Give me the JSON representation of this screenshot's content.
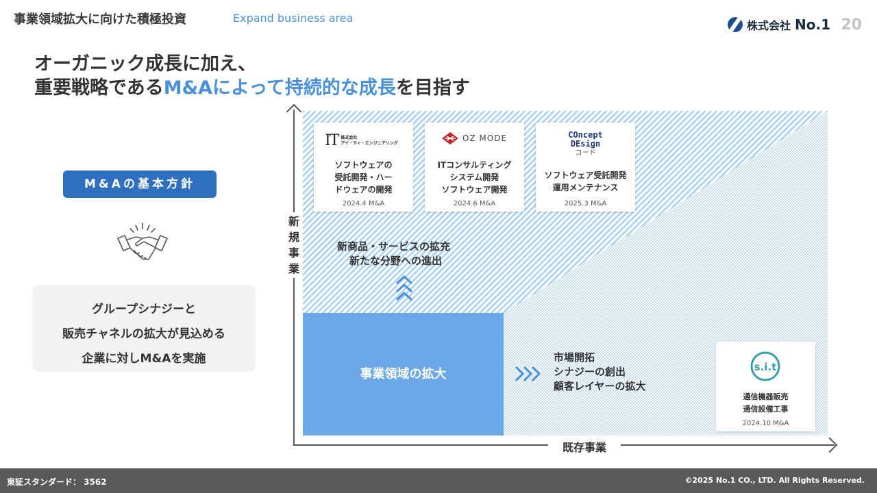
{
  "header": {
    "title": "事業領域拡大に向けた積極投資",
    "subtitle": "Expand business area",
    "company_name": "株式会社",
    "company_no": "No.1",
    "page_number": "20"
  },
  "headline": {
    "line1": "オーガニック成長に加え、",
    "line2_pre": "重要戦略である",
    "line2_accent": "M&Aによって持続的な成長",
    "line2_post": "を目指す"
  },
  "policy": {
    "label": "M&Aの基本方針",
    "icon": "handshake-icon",
    "lines": [
      "グループシナジーと",
      "販売チャネルの拡大が見込める",
      "企業に対しM&Aを実施"
    ]
  },
  "matrix": {
    "y_axis_label": [
      "新",
      "規",
      "事",
      "業"
    ],
    "x_axis_label": "既存事業",
    "core_label": "事業領域の拡大",
    "new_business": [
      "新商品・サービスの拡充",
      "新たな分野への進出"
    ],
    "market": [
      "市場開拓",
      "シナジーの創出",
      "顧客レイヤーの拡大"
    ],
    "colors": {
      "core": "#6aa8e8",
      "hatch": "#a9d0ef",
      "dots": "#9fc7ea"
    }
  },
  "cards": [
    {
      "logo_mark": "IT",
      "logo_line1": "株式会社",
      "logo_line2": "アイ・ティ・エンジニアリング",
      "desc": [
        "ソフトウェアの",
        "受託開発・ハー",
        "ドウェアの開発"
      ],
      "date": "2024.4 M&A"
    },
    {
      "logo_text": "OZ MODE",
      "desc": [
        "ITコンサルティング",
        "システム開発",
        "ソフトウェア開発"
      ],
      "date": "2024.6 M&A"
    },
    {
      "logo_line1": "COncept",
      "logo_line2": "DEsign",
      "logo_sub": "コード",
      "desc": [
        "ソフトウェア受託開発",
        "運用メンテナンス"
      ],
      "date": "2025.3 M&A"
    },
    {
      "logo_icon": "sit-logo-icon",
      "desc": [
        "通信機器販売",
        "通信設備工事"
      ],
      "date": "2024.10 M&A"
    }
  ],
  "footer": {
    "left": "東証スタンダード： 3562",
    "right": "©2025 No.1 CO., LTD. All Rights Reserved."
  }
}
